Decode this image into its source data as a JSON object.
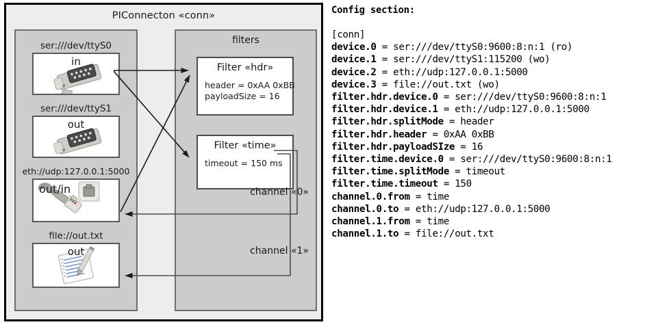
{
  "diagram": {
    "title": "PIConnecton «conn»",
    "devices_panel": {
      "name": "devices",
      "items": [
        {
          "label": "ser:///dev/ttyS0",
          "direction": "in",
          "icon": "serial-port-icon"
        },
        {
          "label": "ser:///dev/ttyS1",
          "direction": "out",
          "icon": "serial-port-icon"
        },
        {
          "label": "eth://udp:127.0.0.1:5000",
          "direction": "out/in",
          "icon": "ethernet-jack-icon"
        },
        {
          "label": "file://out.txt",
          "direction": "out",
          "icon": "text-document-icon"
        }
      ]
    },
    "filters_panel": {
      "title": "filters",
      "filters": [
        {
          "title": "Filter «hdr»",
          "attrs": "header = 0xAA 0xBB\npayloadSize = 16"
        },
        {
          "title": "Filter «time»",
          "attrs": "timeout = 150 ms"
        }
      ],
      "channels": [
        {
          "label": "channel «0»"
        },
        {
          "label": "channel «1»"
        }
      ]
    },
    "colors": {
      "frame_border": "#000000",
      "frame_fill": "#ededed",
      "panel_fill": "#cccccc",
      "panel_border": "#6e6e6e",
      "box_fill": "#ffffff",
      "box_border": "#5a5a5a",
      "arrow": "#1a1a1a"
    }
  },
  "config": {
    "heading": "Config section:",
    "lines": [
      "[conn]",
      "device.0 = ser:///dev/ttyS0:9600:8:n:1 (ro)",
      "device.1 = ser:///dev/ttyS1:115200 (wo)",
      "device.2 = eth://udp:127.0.0.1:5000",
      "device.3 = file://out.txt (wo)",
      "filter.hdr.device.0 = ser:///dev/ttyS0:9600:8:n:1",
      "filter.hdr.device.1 = eth://udp:127.0.0.1:5000",
      "filter.hdr.splitMode = header",
      "filter.hdr.header = 0xAA 0xBB",
      "filter.hdr.payloadSIze = 16",
      "filter.time.device.0 = ser:///dev/ttyS0:9600:8:n:1",
      "filter.time.splitMode = timeout",
      "filter.time.timeout = 150",
      "channel.0.from = time",
      "channel.0.to = eth://udp:127.0.0.1:5000",
      "channel.1.from = time",
      "channel.1.to = file://out.txt"
    ]
  }
}
